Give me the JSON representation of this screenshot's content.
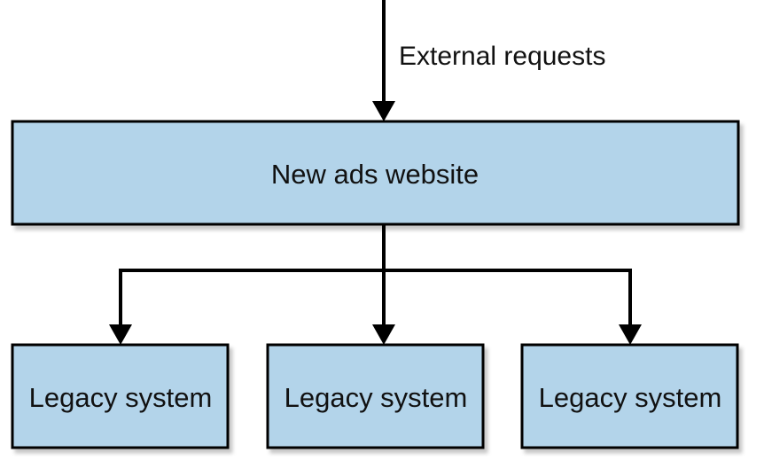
{
  "diagram": {
    "external_label": "External requests",
    "main_box": {
      "label": "New ads website"
    },
    "legacy_boxes": [
      {
        "label": "Legacy system"
      },
      {
        "label": "Legacy system"
      },
      {
        "label": "Legacy system"
      }
    ],
    "colors": {
      "box_fill": "#b3d4ea",
      "box_stroke": "#000000",
      "shadow": "#c8c8c8",
      "arrow": "#000000"
    }
  }
}
